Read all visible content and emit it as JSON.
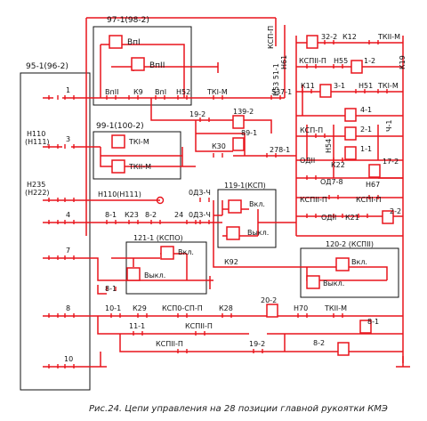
{
  "caption": "Рис.24. Цепи управления на 28 позиции главной рукоятки КМЭ",
  "colors": {
    "wire": "#e8141c",
    "frame": "#111111",
    "text": "#111111"
  },
  "boxes": {
    "kme": "95-1(96-2)",
    "b97": "97-1(98-2)",
    "b99": "99-1(100-2)",
    "b119": "119-1(КСП)",
    "b121": "121-1 (КСПО)",
    "b120": "120-2 (КСПII)"
  },
  "terminals": {
    "t1": "1",
    "t3": "3",
    "t4": "4",
    "t7": "7",
    "t8": "8",
    "t10": "10",
    "n110": "Н110",
    "n111": "(Н111)",
    "n235": "Н235",
    "n222": "(Н222)",
    "n110b": "Н110(Н111)"
  },
  "coils": {
    "vp1": "ВпI",
    "vp2": "ВпII",
    "tk1": "ТКI-М",
    "tk2": "ТКII-М",
    "vkl119": "Вкл.",
    "vykl119": "Выкл.",
    "vkl121": "Вкл.",
    "vykl121": "Выкл.",
    "vkl120": "Вкл.",
    "vykl120": "Выкл."
  },
  "contacts": {
    "c1": "ВпII",
    "c2": "К9",
    "c3": "ВпI",
    "c4": "Н52",
    "c5": "ТКI-М",
    "c6": "537-1",
    "c7": "19-2",
    "c8": "139-2",
    "c9": "89-1",
    "c10": "К30",
    "c11": "278-1",
    "c12": "0Д3-Ч",
    "c13": "0Д3-Ч",
    "c14": "8-1",
    "c15": "К23",
    "c16": "8-2",
    "c17": "24",
    "c18": "8-1",
    "c19": "К92",
    "c20": "10-1",
    "c21": "К29",
    "c22": "КСП0-СП-П",
    "c23": "К28",
    "c24": "20-2",
    "c25": "Н70",
    "c26": "ТКII-М",
    "c27": "11-1",
    "c28": "КСПII-П",
    "c29": "КСПII-П",
    "c30": "19-2",
    "c31": "8-1",
    "c32": "8-2"
  },
  "right": {
    "ksp": "КСП-П",
    "h61": "Н61",
    "h53": "Н53 51-1",
    "r32": "32-2",
    "k12": "К12",
    "tkii": "ТКII-М",
    "k19": "К19",
    "kspii": "КСПII-П",
    "h55": "Н55",
    "r12": "1-2",
    "k11": "К11",
    "r31": "3-1",
    "h51": "Н51",
    "tki": "ТКI-М",
    "r41": "4-1",
    "ch1": "Ч-1",
    "kspp": "КСП-П",
    "h54": "Н54",
    "r21": "2-1",
    "r11": "1-1",
    "odii": "ОДII",
    "k22": "К22",
    "r172": "17-2",
    "od78": "ОД7-8",
    "h67": "Н67",
    "kspii2": "КСПII-П",
    "kspi": "КСПI-П",
    "odii2": "ОДII",
    "k21": "К21",
    "r22": "2-2"
  }
}
